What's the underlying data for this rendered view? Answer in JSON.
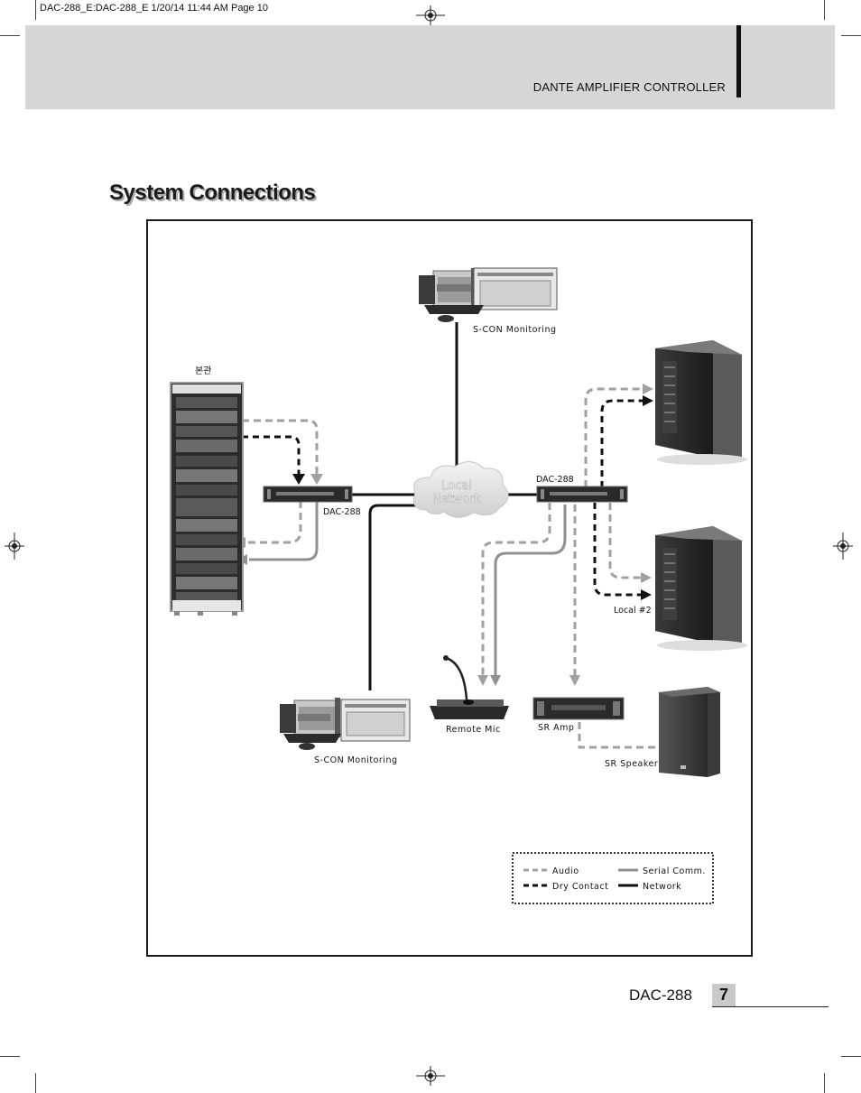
{
  "slug_line": "DAC-288_E:DAC-288_E  1/20/14  11:44 AM  Page 10",
  "header": {
    "title": "DANTE AMPLIFIER CONTROLLER"
  },
  "section_title": "System Connections",
  "diagram": {
    "labels": {
      "monitor_top": "S-CON Monitoring",
      "rack_label": "본관",
      "cloud_line1": "Local",
      "cloud_line2": "Network",
      "dac_left": "DAC-288",
      "dac_right": "DAC-288",
      "local2": "Local #2",
      "monitor_bottom": "S-CON Monitoring",
      "remote_mic": "Remote Mic",
      "sr_amp": "SR Amp",
      "sr_speaker": "SR Speaker"
    },
    "legend": {
      "audio": "Audio",
      "dry_contact": "Dry Contact",
      "serial": "Serial Comm.",
      "network": "Network"
    },
    "colors": {
      "audio": "#a0a0a0",
      "dry_contact": "#111111",
      "serial": "#909090",
      "network": "#111111"
    }
  },
  "footer": {
    "model": "DAC-288",
    "page": "7"
  }
}
